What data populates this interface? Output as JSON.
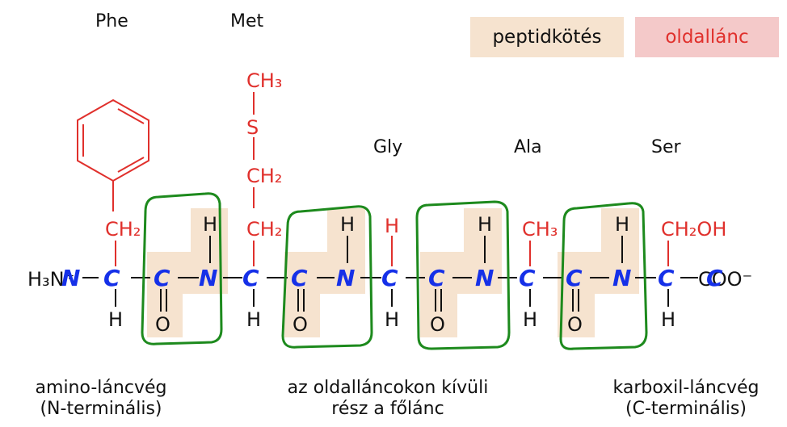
{
  "residues": [
    "Phe",
    "Met",
    "Gly",
    "Ala",
    "Ser"
  ],
  "legend": {
    "peptide_bond": "peptidkötés",
    "side_chain": "oldallánc",
    "peptide_bond_color": "#f6e3cf",
    "side_chain_color": "#f4c9c9"
  },
  "colors": {
    "side_chain_text": "#e0302c",
    "annotation": "#1530e8",
    "highlight": "#1d8a1d"
  },
  "chain_atoms": {
    "n_term": "H₃N⁺",
    "c_term": "COO⁻",
    "h": "H",
    "o": "O",
    "n": "N",
    "c": "C"
  },
  "side_chains": {
    "met": [
      "CH₃",
      "S",
      "CH₂",
      "CH₂"
    ],
    "phe": "CH₂",
    "gly": "H",
    "ala": "CH₃",
    "ser": "CH₂OH"
  },
  "bottom_labels": {
    "n_terminal": [
      "amino-láncvég",
      "(N-terminális)"
    ],
    "backbone": [
      "az oldalláncokon kívüli",
      "rész a főlánc"
    ],
    "c_terminal": [
      "karboxil-láncvég",
      "(C-terminális)"
    ]
  }
}
